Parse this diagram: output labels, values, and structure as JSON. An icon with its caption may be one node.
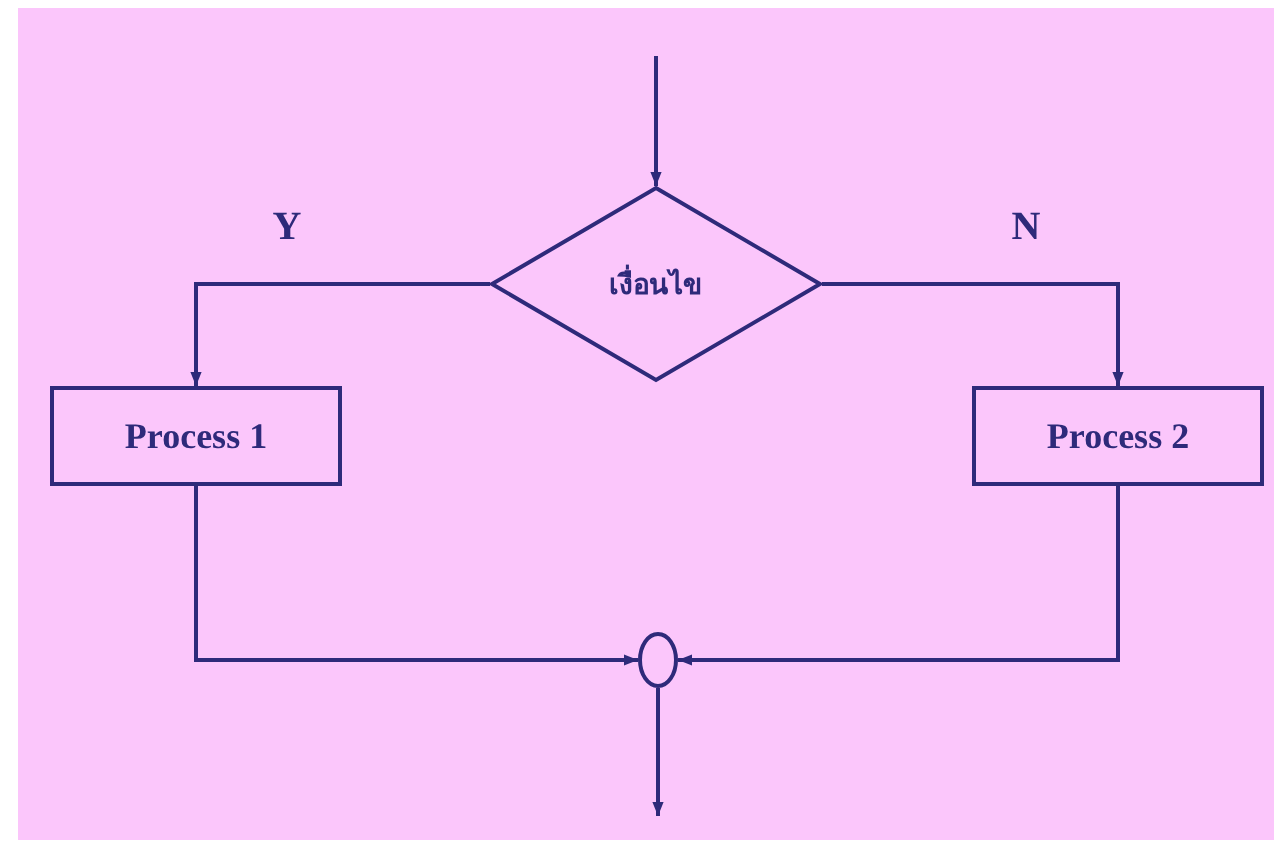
{
  "diagram": {
    "nodes": [
      {
        "text": [
          "เงื่อนไข"
        ]
      },
      {
        "text": [
          "Process 1"
        ]
      },
      {
        "text": [
          "Process 2"
        ]
      },
      {
        "text": [],
        "shape": "circle"
      }
    ],
    "edges": [
      {
        "from": null,
        "to": 0,
        "arrow": "to"
      },
      {
        "from": 0,
        "to": 1,
        "arrow": "to",
        "label": "Y"
      },
      {
        "from": 0,
        "to": 2,
        "arrow": "to",
        "label": "N"
      },
      {
        "from": 1,
        "to": 3,
        "arrow": "to"
      },
      {
        "from": 2,
        "to": 3,
        "arrow": "to"
      },
      {
        "from": 3,
        "to": null,
        "arrow": "to"
      }
    ]
  }
}
